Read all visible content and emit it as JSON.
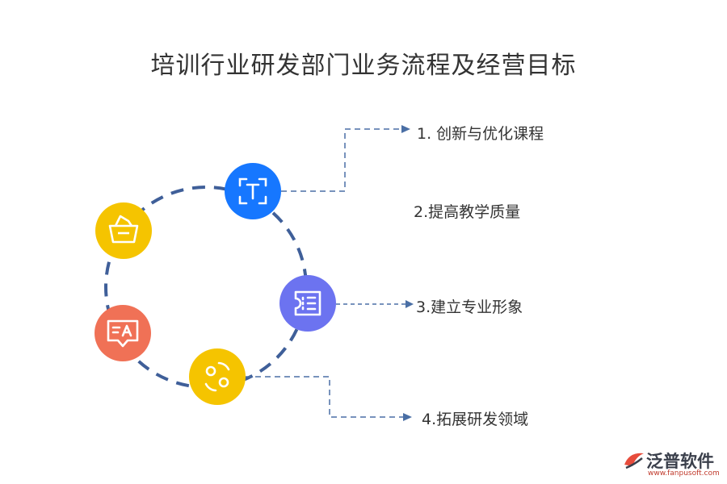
{
  "title": "培训行业研发部门业务流程及经营目标",
  "items": [
    {
      "label": "1.  创新与优化课程",
      "color": "#1677ff",
      "icon": "text-frame-icon"
    },
    {
      "label": "2.提高教学质量",
      "color": "#f5c400",
      "icon": "basket-icon"
    },
    {
      "label": "3.建立专业形象",
      "color": "#6c73f0",
      "icon": "ticket-list-icon"
    },
    {
      "label": "4.拓展研发领域",
      "color": "#f5c400",
      "icon": "exchange-icon"
    }
  ],
  "extra_icon": {
    "color": "#f07156",
    "icon": "translate-icon"
  },
  "logo": {
    "name": "泛普软件",
    "url": "www.fanpusoft.com"
  }
}
